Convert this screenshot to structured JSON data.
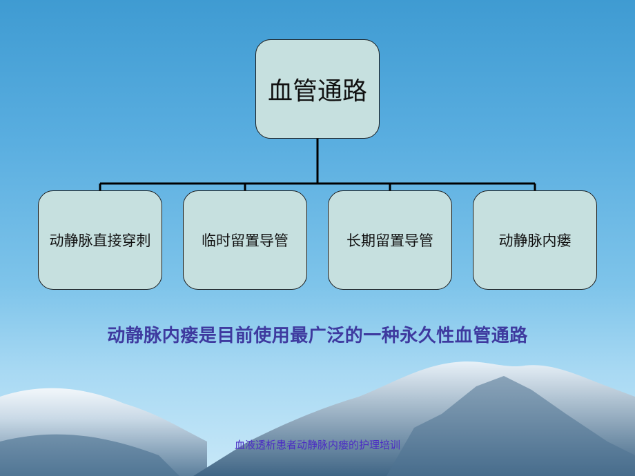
{
  "diagram": {
    "root_label": "血管通路",
    "children": [
      {
        "label": "动静脉直接穿刺"
      },
      {
        "label": "临时留置导管"
      },
      {
        "label": "长期留置导管"
      },
      {
        "label": "动静脉内瘘"
      }
    ]
  },
  "caption": "动静脉内瘘是目前使用最广泛的一种永久性血管通路",
  "footer": "血液透析患者动静脉内瘘的护理培训",
  "colors": {
    "box_fill": "#c6e0df",
    "connector": "#000000",
    "caption_text": "#3e3a9f",
    "footer_text": "#4b2cc4"
  }
}
